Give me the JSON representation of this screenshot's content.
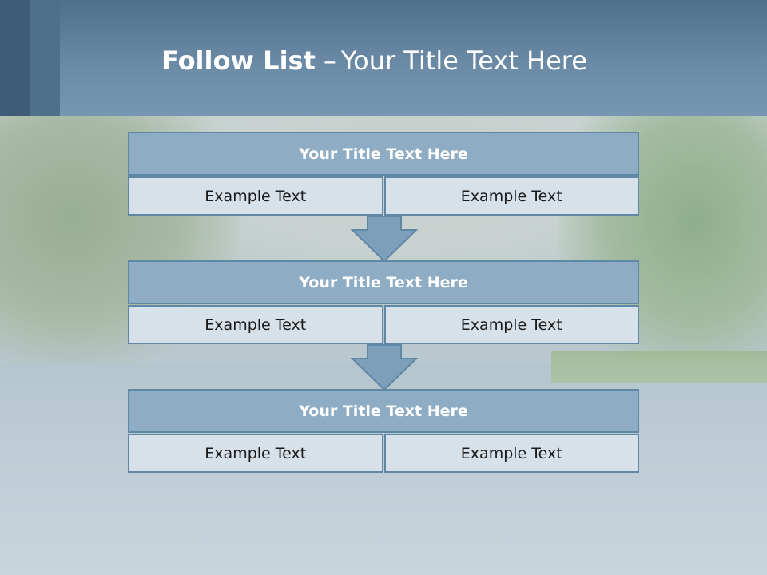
{
  "slide": {
    "title_bold": "Follow List",
    "title_separator": "–",
    "title_rest": "Your Title Text Here"
  },
  "blocks": [
    {
      "title": "Your Title Text Here",
      "left_text": "Example Text",
      "right_text": "Example Text"
    },
    {
      "title": "Your Title Text Here",
      "left_text": "Example Text",
      "right_text": "Example Text"
    },
    {
      "title": "Your Title Text Here",
      "left_text": "Example Text",
      "right_text": "Example Text"
    }
  ],
  "colors": {
    "header": "#6a8aa6",
    "block_title_fill": "#8eacc3",
    "cell_fill": "#d7e1e9",
    "border": "#5f87a6",
    "arrow_fill": "#7d9fba"
  }
}
